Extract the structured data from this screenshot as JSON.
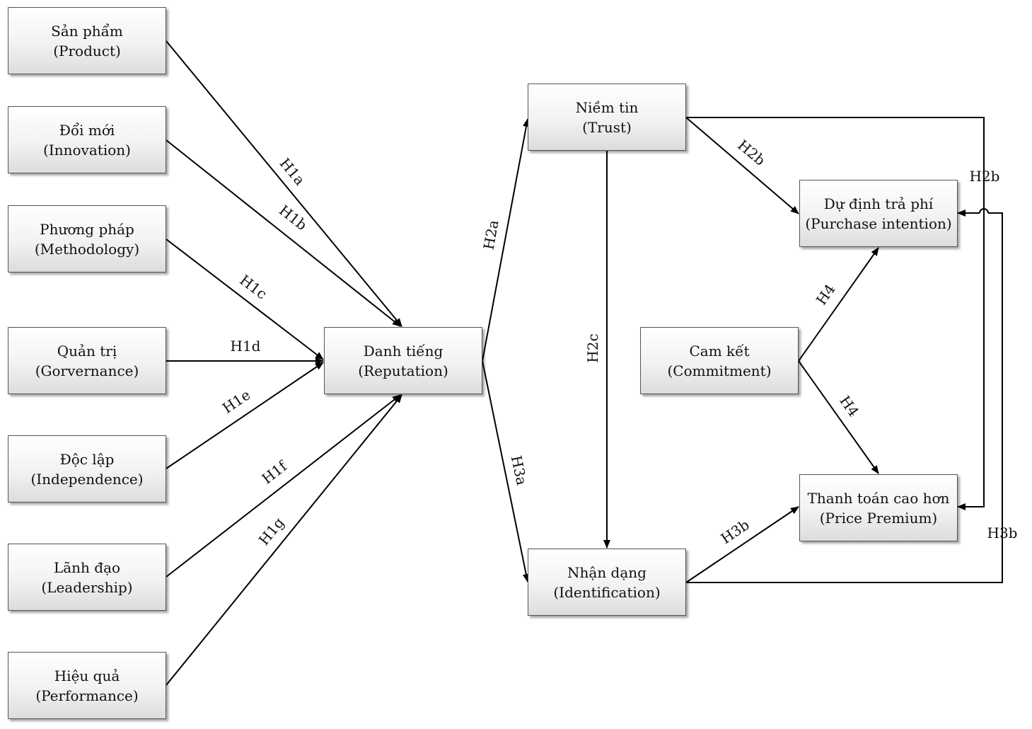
{
  "nodes": {
    "product": {
      "vi": "Sản phẩm",
      "en": "(Product)"
    },
    "innovation": {
      "vi": "Đổi mới",
      "en": "(Innovation)"
    },
    "methodology": {
      "vi": "Phương pháp",
      "en": "(Methodology)"
    },
    "governance": {
      "vi": "Quản trị",
      "en": "(Gorvernance)"
    },
    "independence": {
      "vi": "Độc lập",
      "en": "(Independence)"
    },
    "leadership": {
      "vi": "Lãnh đạo",
      "en": "(Leadership)"
    },
    "performance": {
      "vi": "Hiệu quả",
      "en": "(Performance)"
    },
    "reputation": {
      "vi": "Danh tiếng",
      "en": "(Reputation)"
    },
    "trust": {
      "vi": "Niềm tin",
      "en": "(Trust)"
    },
    "identification": {
      "vi": "Nhận dạng",
      "en": "(Identification)"
    },
    "commitment": {
      "vi": "Cam kết",
      "en": "(Commitment)"
    },
    "purchase_intention": {
      "vi": "Dự định trả phí",
      "en": "(Purchase intention)"
    },
    "price_premium": {
      "vi": "Thanh toán cao hơn",
      "en": "(Price Premium)"
    }
  },
  "edges": {
    "h1a": "H1a",
    "h1b": "H1b",
    "h1c": "H1c",
    "h1d": "H1d",
    "h1e": "H1e",
    "h1f": "H1f",
    "h1g": "H1g",
    "h2a": "H2a",
    "h3a": "H3a",
    "h2b_diag": "H2b",
    "h2b_side": "H2b",
    "h2c": "H2c",
    "h3b_diag": "H3b",
    "h3b_side": "H3b",
    "h4_up": "H4",
    "h4_down": "H4"
  }
}
